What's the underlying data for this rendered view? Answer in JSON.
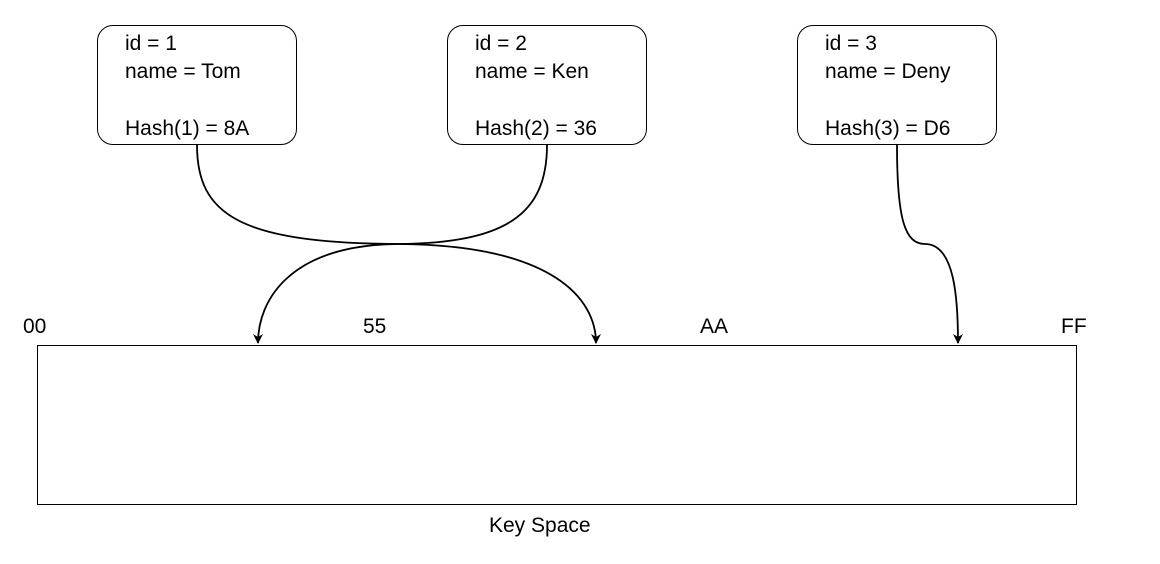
{
  "records": [
    {
      "id_line": "id = 1",
      "name_line": "name = Tom",
      "hash_line": "Hash(1) = 8A"
    },
    {
      "id_line": "id = 2",
      "name_line": "name = Ken",
      "hash_line": "Hash(2) = 36"
    },
    {
      "id_line": "id = 3",
      "name_line": "name = Deny",
      "hash_line": "Hash(3) = D6"
    }
  ],
  "key_space": {
    "ticks": [
      "00",
      "55",
      "AA",
      "FF"
    ],
    "label": "Key Space"
  },
  "colors": {
    "stroke": "#000000",
    "background": "#ffffff"
  }
}
